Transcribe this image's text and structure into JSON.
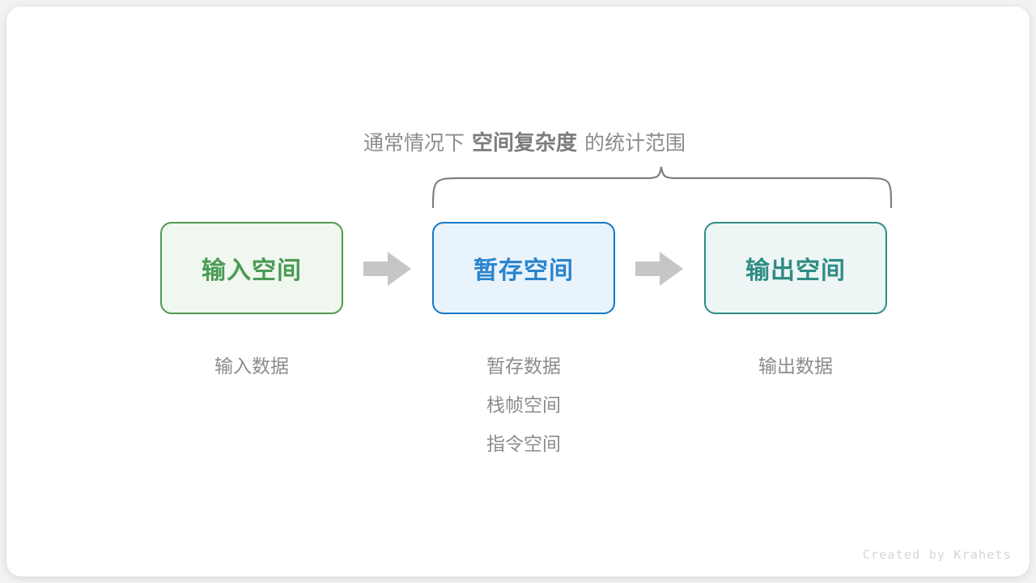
{
  "figure": {
    "title_parts": {
      "prefix": "通常情况下",
      "emphasis": "空间复杂度",
      "suffix": "的统计范围"
    },
    "brace": {
      "name": "curly-brace",
      "color": "#808080",
      "spans_boxes": [
        "暂存空间",
        "输出空间"
      ]
    },
    "boxes": [
      {
        "id": "input-space",
        "label": "输入空间",
        "border_color": "#4f9a4f",
        "background_color": "#eff7ee",
        "text_color": "#4a9a55",
        "sublabels": [
          "输入数据"
        ]
      },
      {
        "id": "temp-space",
        "label": "暂存空间",
        "border_color": "#1279c9",
        "background_color": "#e8f3fc",
        "text_color": "#2a84cc",
        "sublabels": [
          "暂存数据",
          "栈帧空间",
          "指令空间"
        ]
      },
      {
        "id": "output-space",
        "label": "输出空间",
        "border_color": "#2f8c85",
        "background_color": "#edf6f4",
        "text_color": "#2f8c85",
        "sublabels": [
          "输出数据"
        ]
      }
    ],
    "arrows": [
      {
        "id": "arrow-input-to-temp",
        "color": "#c6c6c6",
        "direction": "right"
      },
      {
        "id": "arrow-temp-to-output",
        "color": "#c6c6c6",
        "direction": "right"
      }
    ],
    "watermark": "Created by Krahets",
    "background_color": "#ffffff",
    "page_background_color": "#f2f2f2"
  }
}
